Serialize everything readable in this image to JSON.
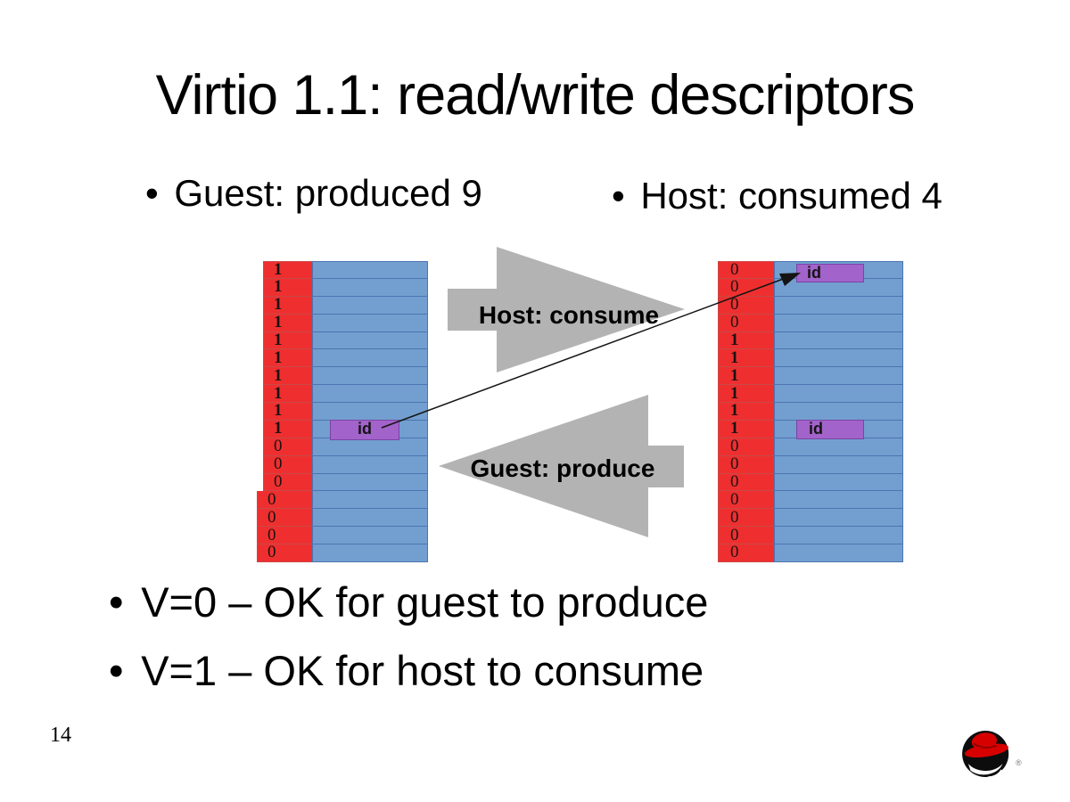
{
  "slide": {
    "title": "Virtio 1.1: read/write descriptors",
    "top_bullets": {
      "left": "Guest: produced 9",
      "right": "Host: consumed 4"
    },
    "bottom_bullets": {
      "first": "V=0 – OK for guest to produce",
      "second": "V=1 – OK for host to consume"
    }
  },
  "diagram": {
    "guest_ring": {
      "flags": [
        "1",
        "1",
        "1",
        "1",
        "1",
        "1",
        "1",
        "1",
        "1",
        "1",
        "0",
        "0",
        "0",
        "0",
        "0",
        "0",
        "0"
      ],
      "id_label": "id"
    },
    "host_ring": {
      "flags": [
        "0",
        "0",
        "0",
        "0",
        "1",
        "1",
        "1",
        "1",
        "1",
        "1",
        "0",
        "0",
        "0",
        "0",
        "0",
        "0",
        "0"
      ],
      "id_label_top": "id",
      "id_label_mid": "id"
    },
    "consume_arrow_label": "Host: consume",
    "produce_arrow_label": "Guest: produce",
    "colors": {
      "flag_red": "#ef2f2f",
      "descriptor_blue": "#729fcf",
      "id_purple": "#a263ca",
      "arrow_gray": "#b3b3b3",
      "redhat_red": "#d60000"
    }
  },
  "footer": {
    "page_number": "14",
    "logo": "red-hat-shadowman",
    "trademark": "®"
  }
}
